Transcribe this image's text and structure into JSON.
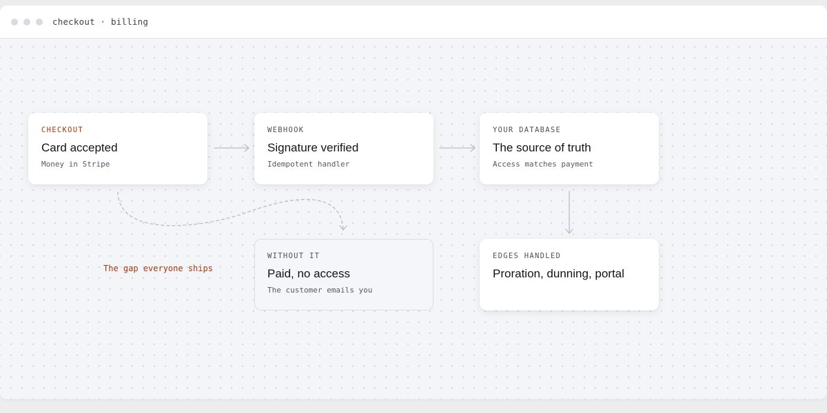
{
  "window": {
    "title": "checkout · billing"
  },
  "nodes": {
    "checkout": {
      "kicker": "CHECKOUT",
      "title": "Card accepted",
      "subtitle": "Money in Stripe"
    },
    "webhook": {
      "kicker": "WEBHOOK",
      "title": "Signature verified",
      "subtitle": "Idempotent handler"
    },
    "database": {
      "kicker": "YOUR DATABASE",
      "title": "The source of truth",
      "subtitle": "Access matches payment"
    },
    "without": {
      "kicker": "WITHOUT IT",
      "title": "Paid, no access",
      "subtitle": "The customer emails you"
    },
    "edges": {
      "kicker": "EDGES HANDLED",
      "title": "Proration, dunning, portal"
    }
  },
  "annotation": {
    "gap_label": "The gap everyone ships"
  },
  "colors": {
    "accent": "#a33a0a",
    "connector": "#b9bcc3"
  }
}
